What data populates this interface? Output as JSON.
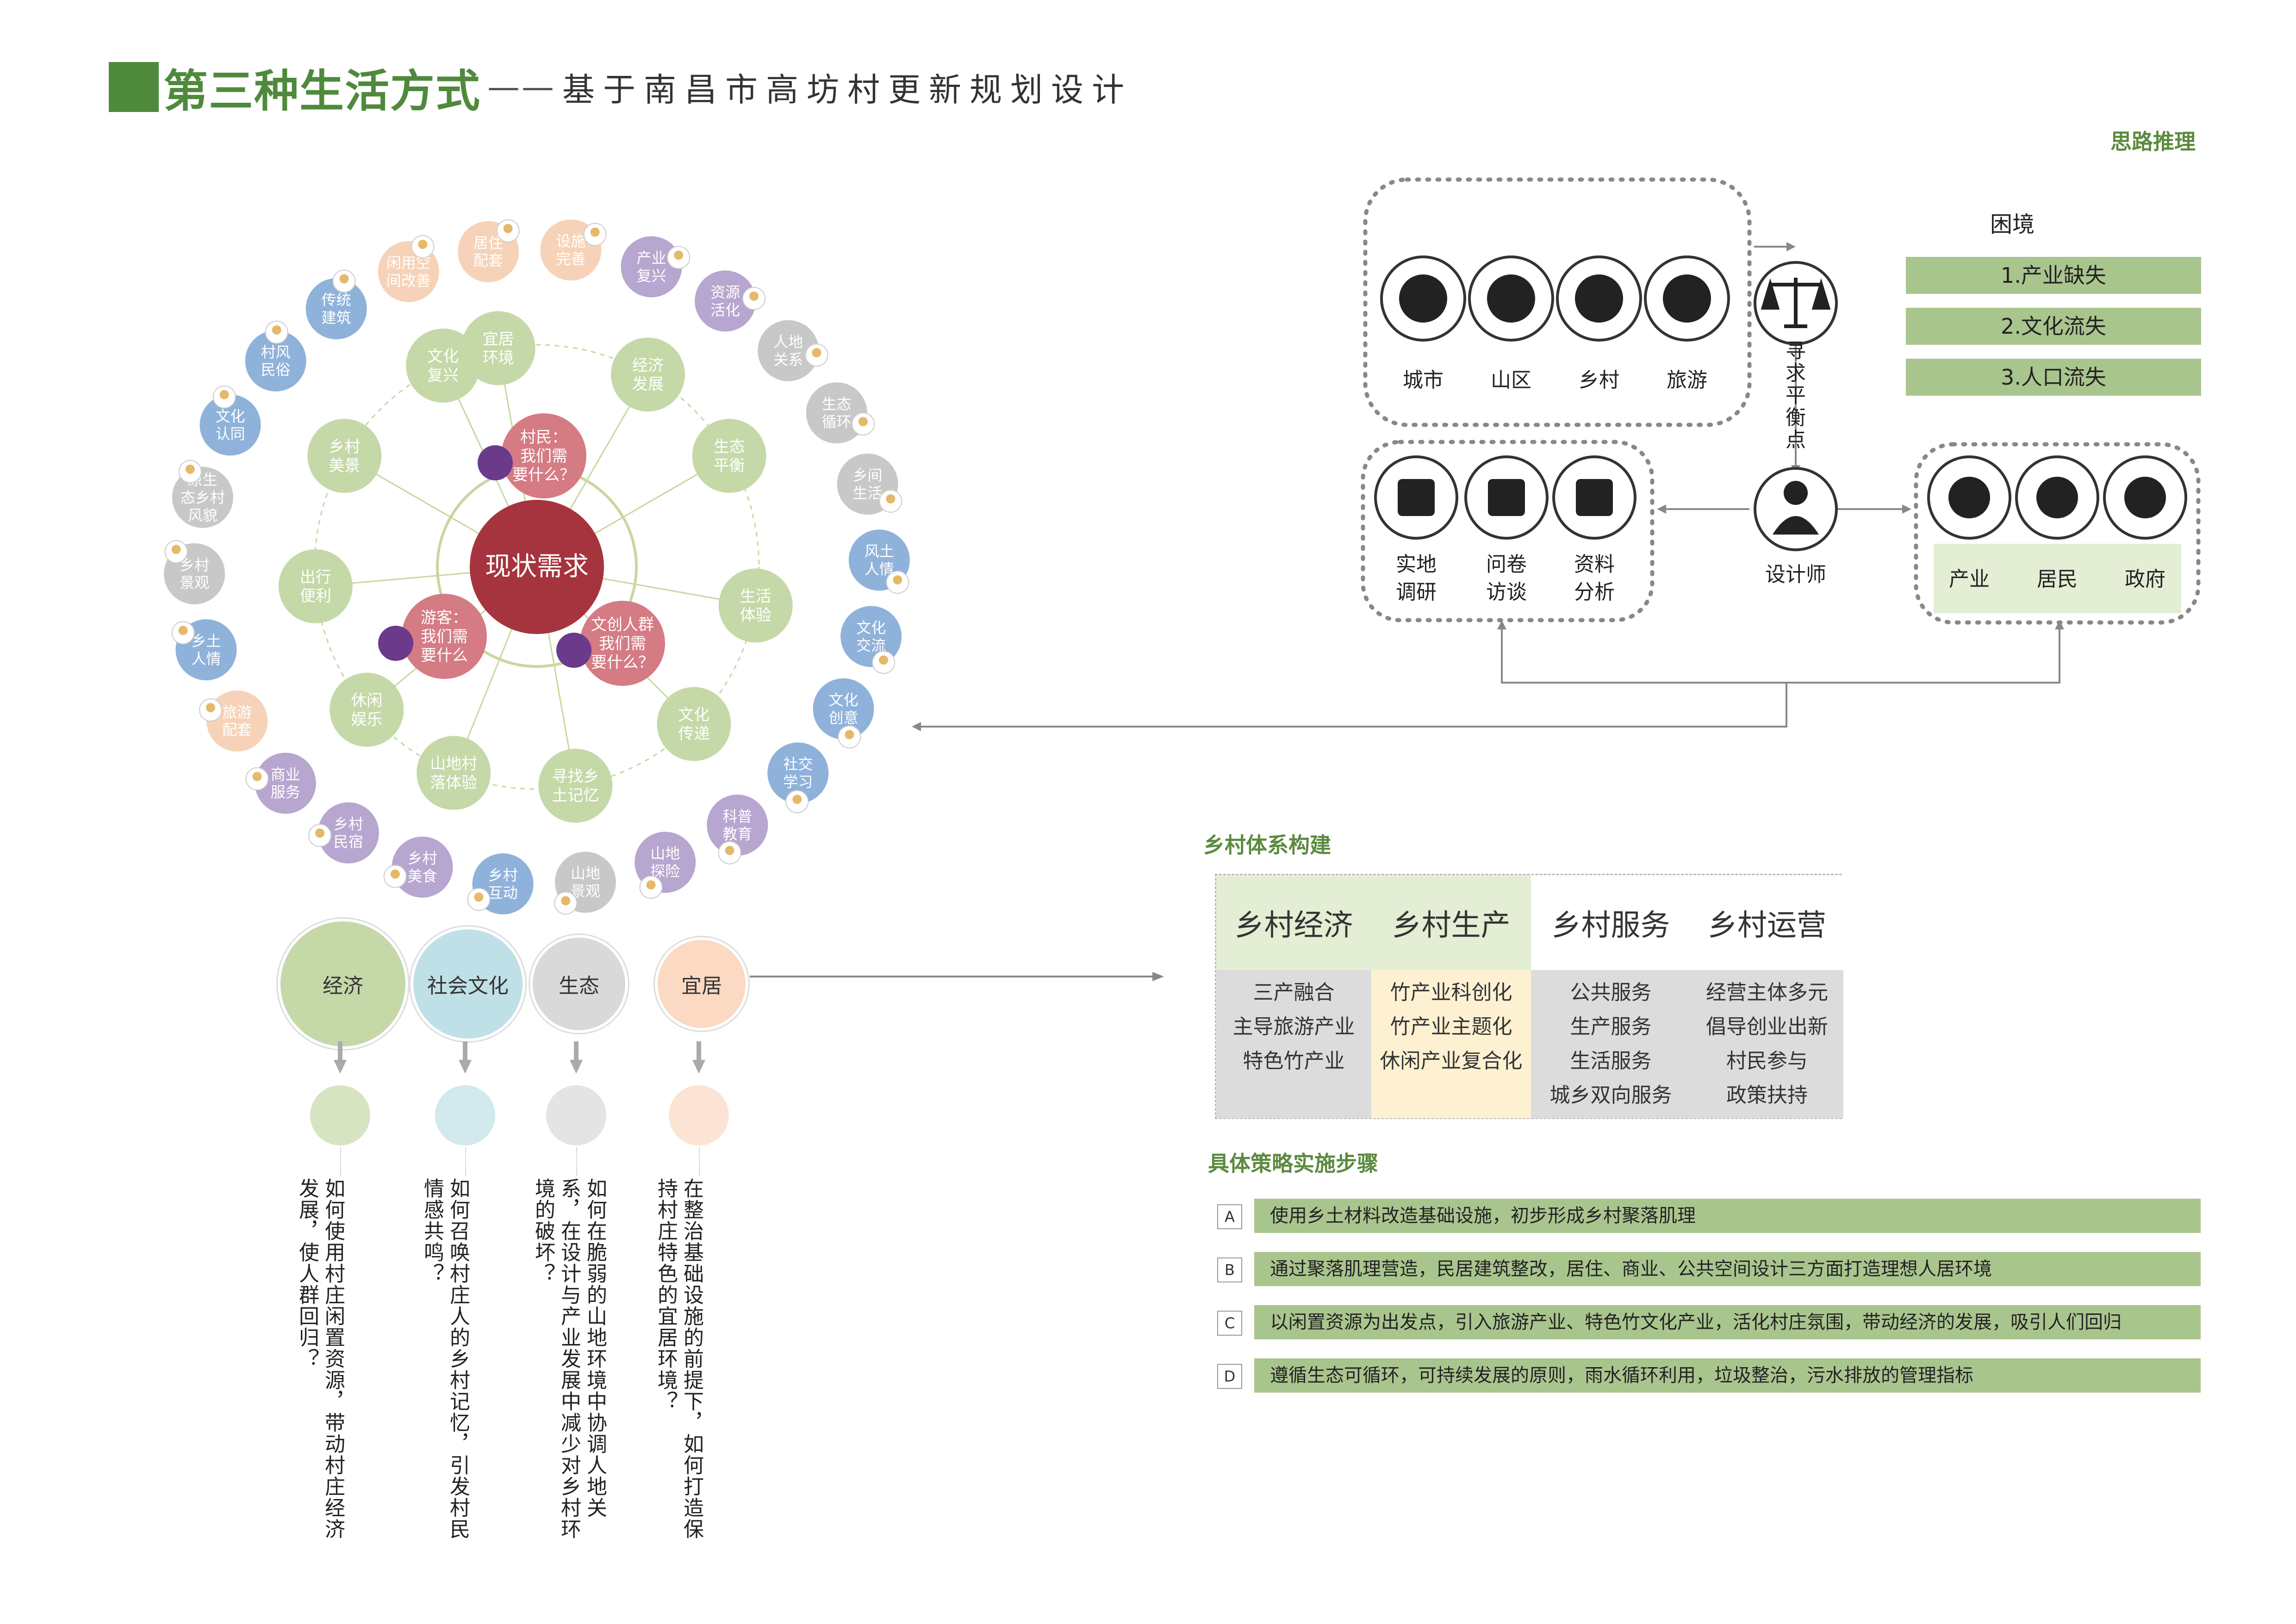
{
  "header": {
    "title_main": "第三种生活方式",
    "title_dash": "——",
    "title_sub": "基于南昌市高坊村更新规划设计"
  },
  "thinking": {
    "section_title": "思路推理",
    "dilemma_title": "困境",
    "problems": [
      "1.产业缺失",
      "2.文化流失",
      "3.人口流失"
    ],
    "env_icons": [
      {
        "label": "城市",
        "icon": "city-icon"
      },
      {
        "label": "山区",
        "icon": "mountain-icon"
      },
      {
        "label": "乡村",
        "icon": "village-icon"
      },
      {
        "label": "旅游",
        "icon": "travel-icon"
      }
    ],
    "balance_label": "寻求平衡点",
    "designer_label": "设计师",
    "method_icons": [
      {
        "label": "实地\n调研",
        "icon": "magnifier-icon"
      },
      {
        "label": "问卷\n访谈",
        "icon": "questionnaire-icon"
      },
      {
        "label": "资料\n分析",
        "icon": "books-icon"
      }
    ],
    "stakeholders": [
      {
        "label": "产业",
        "icon": "industry-icon"
      },
      {
        "label": "居民",
        "icon": "trend-icon"
      },
      {
        "label": "政府",
        "icon": "person-icon"
      }
    ]
  },
  "bubble": {
    "center": "现状需求",
    "needs": [
      {
        "label": "村民：\n我们需\n要什么？"
      },
      {
        "label": "游客：\n我们需\n要什么"
      },
      {
        "label": "文创人群\n我们需\n要什么？"
      }
    ],
    "mid_ring": [
      {
        "label": "宜居\n环境",
        "color": "#c5d9a8"
      },
      {
        "label": "经济\n发展",
        "color": "#c5d9a8"
      },
      {
        "label": "生态\n平衡",
        "color": "#c5d9a8"
      },
      {
        "label": "生活\n体验",
        "color": "#c5d9a8"
      },
      {
        "label": "文化\n传递",
        "color": "#c5d9a8"
      },
      {
        "label": "寻找乡\n土记忆",
        "color": "#c5d9a8"
      },
      {
        "label": "山地村\n落体验",
        "color": "#c5d9a8"
      },
      {
        "label": "休闲\n娱乐",
        "color": "#c5d9a8"
      },
      {
        "label": "出行\n便利",
        "color": "#c5d9a8"
      },
      {
        "label": "乡村\n美景",
        "color": "#c5d9a8"
      },
      {
        "label": "文化\n复兴",
        "color": "#c5d9a8"
      }
    ],
    "outer_ring": [
      {
        "label": "闲用空\n间改善",
        "color": "#f6d3b8"
      },
      {
        "label": "居住\n配套",
        "color": "#f6d3b8"
      },
      {
        "label": "设施\n完善",
        "color": "#f6d3b8"
      },
      {
        "label": "产业\n复兴",
        "color": "#b7a6cf"
      },
      {
        "label": "资源\n活化",
        "color": "#b7a6cf"
      },
      {
        "label": "人地\n关系",
        "color": "#c8c8c8"
      },
      {
        "label": "生态\n循环",
        "color": "#c8c8c8"
      },
      {
        "label": "乡间\n生活",
        "color": "#c8c8c8"
      },
      {
        "label": "风土\n人情",
        "color": "#8fb2da"
      },
      {
        "label": "文化\n交流",
        "color": "#8fb2da"
      },
      {
        "label": "文化\n创意",
        "color": "#8fb2da"
      },
      {
        "label": "社交\n学习",
        "color": "#8fb2da"
      },
      {
        "label": "科普\n教育",
        "color": "#b7a6cf"
      },
      {
        "label": "山地\n探险",
        "color": "#b7a6cf"
      },
      {
        "label": "山地\n景观",
        "color": "#c8c8c8"
      },
      {
        "label": "乡村\n互动",
        "color": "#8fb2da"
      },
      {
        "label": "乡村\n美食",
        "color": "#b7a6cf"
      },
      {
        "label": "乡村\n民宿",
        "color": "#b7a6cf"
      },
      {
        "label": "商业\n服务",
        "color": "#b7a6cf"
      },
      {
        "label": "旅游\n配套",
        "color": "#f6d3b8"
      },
      {
        "label": "乡土\n人情",
        "color": "#8fb2da"
      },
      {
        "label": "乡村\n景观",
        "color": "#c8c8c8"
      },
      {
        "label": "原生\n态乡村\n风貌",
        "color": "#c8c8c8"
      },
      {
        "label": "文化\n认同",
        "color": "#8fb2da"
      },
      {
        "label": "村风\n民俗",
        "color": "#8fb2da"
      },
      {
        "label": "传统\n建筑",
        "color": "#8fb2da"
      }
    ]
  },
  "themes": [
    {
      "label": "经济",
      "color": "#c5d9a8",
      "icon": "wallet-icon",
      "question": "如何使用村庄闲置资源，带动村庄经济发展，使人群回归？"
    },
    {
      "label": "社会文化",
      "color": "#bfe0e6",
      "icon": "villager-icon",
      "question": "如何召唤村庄人的乡村记忆，引发村民情感共鸣？"
    },
    {
      "label": "生态",
      "color": "#d9d9d9",
      "icon": "weather-icon",
      "question": "如何在脆弱的山地环境中协调人地关系，在设计与产业发展中减少对乡村环境的破坏？"
    },
    {
      "label": "宜居",
      "color": "#fbd9c2",
      "icon": "building-icon",
      "question": "在整治基础设施的前提下，如何打造保持村庄特色的宜居环境？"
    }
  ],
  "system": {
    "section_title": "乡村体系构建",
    "columns": [
      {
        "head": "乡村经济",
        "items": [
          "三产融合",
          "主导旅游产业",
          "特色竹产业"
        ]
      },
      {
        "head": "乡村生产",
        "items": [
          "竹产业科创化",
          "竹产业主题化",
          "休闲产业复合化"
        ]
      },
      {
        "head": "乡村服务",
        "items": [
          "公共服务",
          "生产服务",
          "生活服务",
          "城乡双向服务"
        ]
      },
      {
        "head": "乡村运营",
        "items": [
          "经营主体多元",
          "倡导创业出新",
          "村民参与",
          "政策扶持"
        ]
      }
    ]
  },
  "strategy": {
    "section_title": "具体策略实施步骤",
    "steps": [
      {
        "tag": "A",
        "text": "使用乡土材料改造基础设施，初步形成乡村聚落肌理"
      },
      {
        "tag": "B",
        "text": "通过聚落肌理营造，民居建筑整改，居住、商业、公共空间设计三方面打造理想人居环境"
      },
      {
        "tag": "C",
        "text": "以闲置资源为出发点，引入旅游产业、特色竹文化产业，活化村庄氛围，带动经济的发展，吸引人们回归"
      },
      {
        "tag": "D",
        "text": "遵循生态可循环，可持续发展的原则，雨水循环利用，垃圾整治，污水排放的管理指标"
      }
    ]
  }
}
